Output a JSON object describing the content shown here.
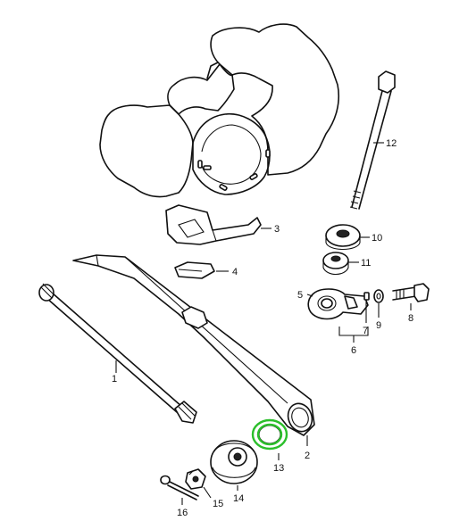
{
  "callouts": {
    "p1": "1",
    "p2": "2",
    "p3": "3",
    "p4": "4",
    "p5": "5",
    "p6": "6",
    "p7": "7",
    "p8": "8",
    "p9": "9",
    "p10": "10",
    "p11": "11",
    "p12": "12",
    "p13": "13",
    "p14": "14",
    "p15": "15",
    "p16": "16"
  },
  "highlight": {
    "part": "13",
    "color": "#2bbf2b"
  }
}
